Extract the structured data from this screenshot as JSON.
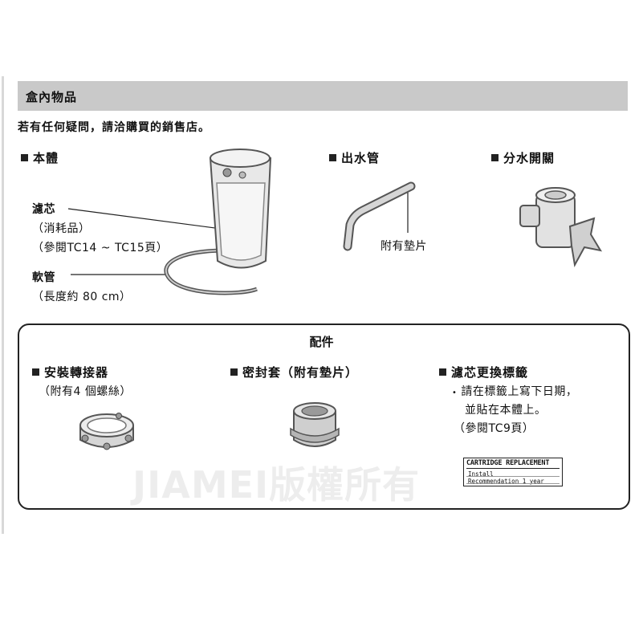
{
  "section": {
    "title": "盒內物品",
    "note": "若有任何疑問，請洽購買的銷售店。"
  },
  "main_body": {
    "header": "本體",
    "cartridge_label": "濾芯",
    "cartridge_sub1": "（消耗品）",
    "cartridge_sub2": "（參閱TC14 ~ TC15頁）",
    "hose_label": "軟管",
    "hose_sub": "（長度約 80 cm）"
  },
  "outlet_pipe": {
    "header": "出水管",
    "gasket_note": "附有墊片"
  },
  "diverter": {
    "header": "分水開關"
  },
  "accessories": {
    "title": "配件",
    "adapter_header": "安裝轉接器",
    "adapter_sub": "（附有4 個螺絲）",
    "seal_header": "密封套（附有墊片）",
    "label_header": "濾芯更換標籤",
    "label_line1": "請在標籤上寫下日期，",
    "label_line2": "並貼在本體上。",
    "label_line3": "（參閱TC9頁）",
    "card_title": "CARTRIDGE REPLACEMENT",
    "card_install": "Install",
    "card_recommend": "Recommendation 1 year"
  },
  "watermark": "JIAMEI版權所有",
  "colors": {
    "title_band": "#c9c9c9",
    "ink": "#111111",
    "illustration_gray": "#bdbdbd"
  }
}
